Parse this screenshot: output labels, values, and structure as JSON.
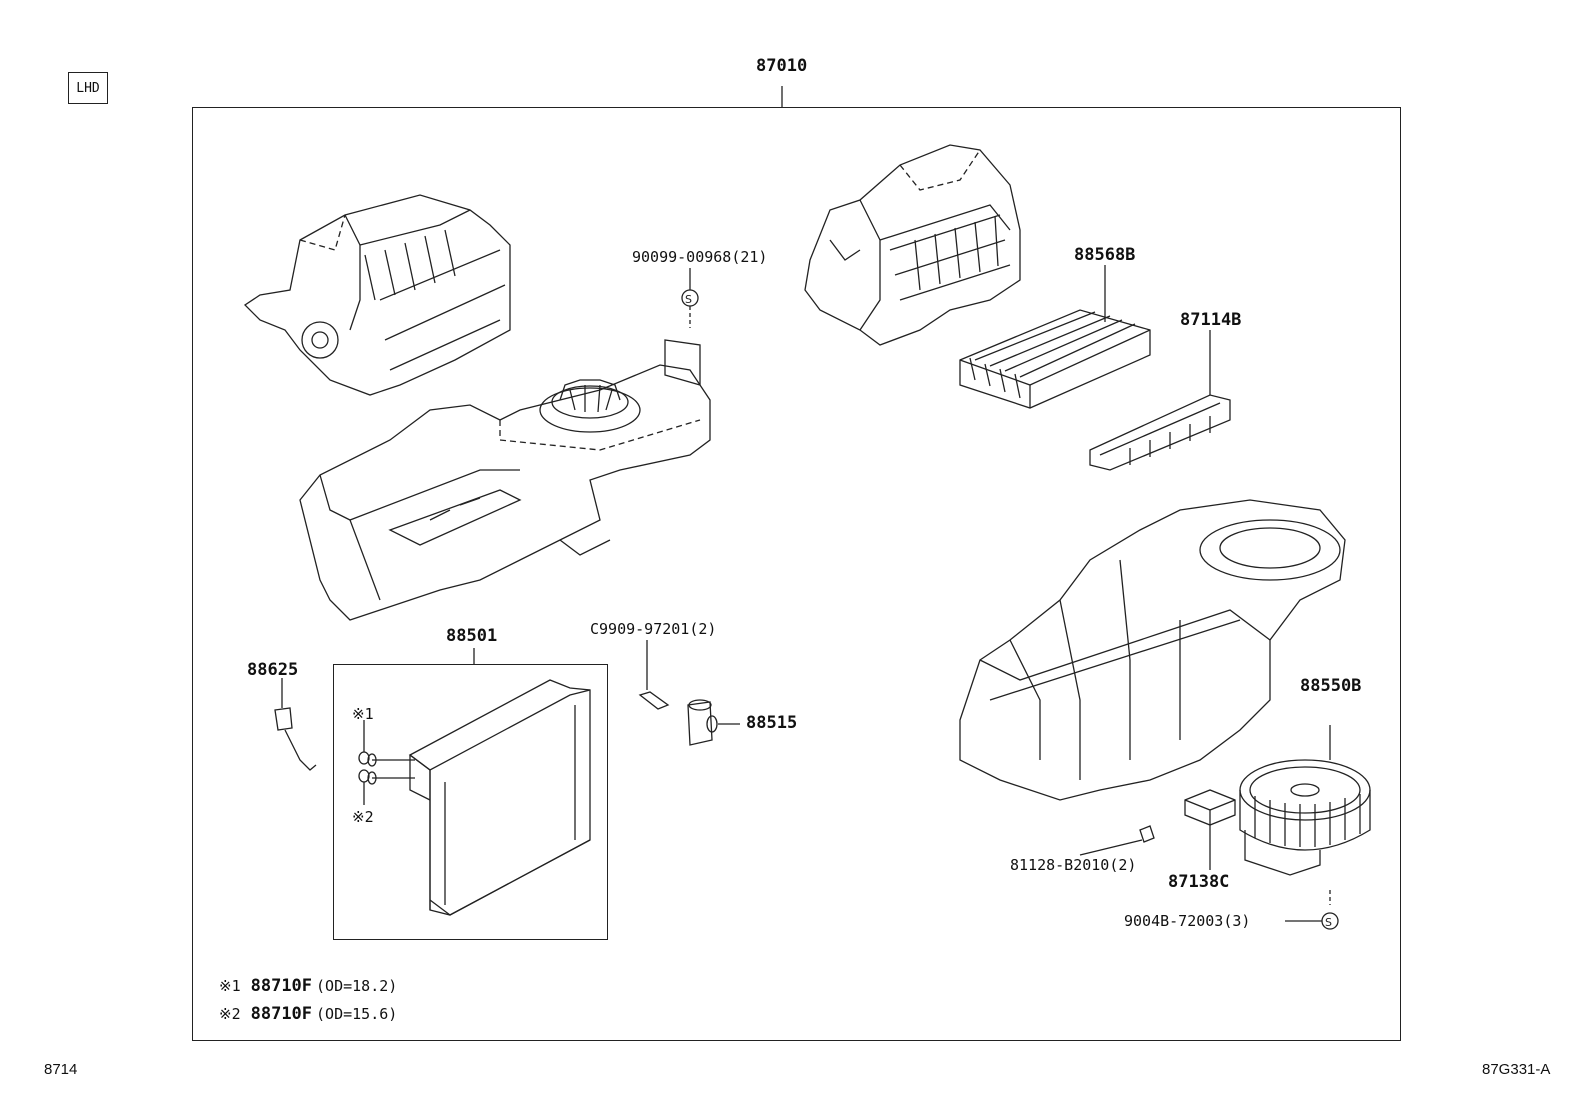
{
  "header": {
    "assembly_number": "87010",
    "region_tag": "LHD"
  },
  "labels": {
    "part_90099": "90099-00968(21)",
    "part_88568B": "88568B",
    "part_87114B": "87114B",
    "part_88501": "88501",
    "part_88625": "88625",
    "part_C9909": "C9909-97201(2)",
    "part_88515": "88515",
    "part_88550B": "88550B",
    "part_81128": "81128-B2010(2)",
    "part_87138C": "87138C",
    "part_9004B": "9004B-72003(3)",
    "marker_1": "※1",
    "marker_2": "※2"
  },
  "notes": [
    {
      "marker": "※1",
      "part": "88710F",
      "spec": "(OD=18.2)"
    },
    {
      "marker": "※2",
      "part": "88710F",
      "spec": "(OD=15.6)"
    }
  ],
  "footer": {
    "left": "8714",
    "right": "87G331-A"
  }
}
